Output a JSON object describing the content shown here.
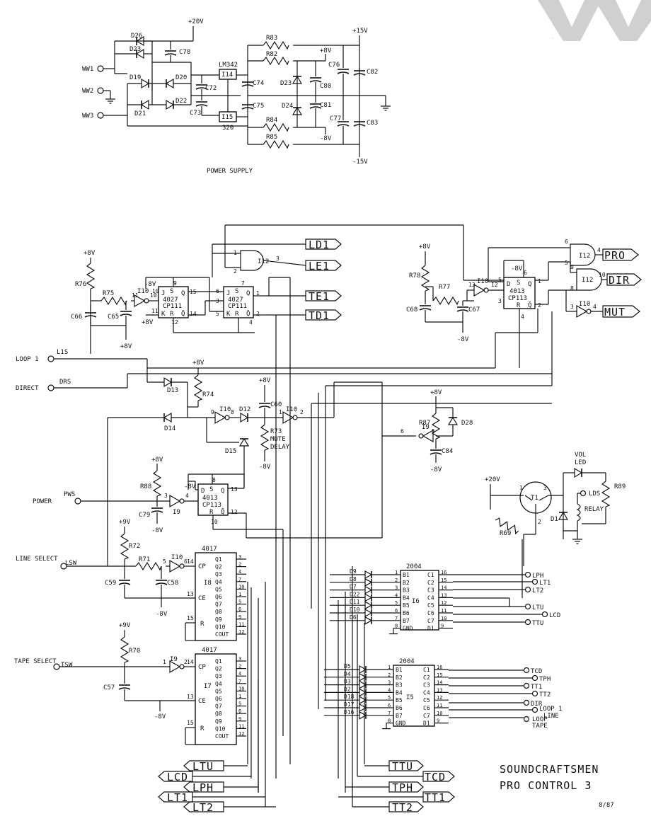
{
  "watermark": "W W",
  "power_supply": {
    "title": "POWER SUPPLY",
    "inputs": [
      "WW1",
      "WW2",
      "WW3"
    ],
    "rails": {
      "p20": "+20V",
      "p15": "+15V",
      "m15": "-15V",
      "p8": "+8V",
      "m8": "-8V"
    },
    "diodes": [
      "D26",
      "D23",
      "D19",
      "D20",
      "D21",
      "D22",
      "D23",
      "D24"
    ],
    "caps": [
      "C78",
      "C72",
      "C73",
      "C74",
      "C75",
      "C80",
      "C81",
      "C76",
      "C77",
      "C82",
      "C83"
    ],
    "resistors": [
      "R83",
      "R82",
      "R84",
      "R85"
    ],
    "regs": {
      "u1": "I14",
      "u1_part": "LM342",
      "u2": "I15",
      "u2_part": "320"
    }
  },
  "labels": {
    "p8": "+8V",
    "m8": "-8V",
    "p9": "+9V",
    "p20": "+20V",
    "loop1": "LOOP 1",
    "l1s": "L1S",
    "direct": "DIRECT",
    "drs": "DRS",
    "power": "POWER",
    "pws": "PWS",
    "line_select": "LINE SELECT",
    "lsw": "LSW",
    "tape_select": "TAPE SELECT",
    "tsw": "TSW",
    "r76": "R76",
    "r75": "R75",
    "c66": "C66",
    "c65": "C65",
    "i10": "I10",
    "i12": "I12",
    "i9": "I9",
    "ff_a_part": "4027",
    "ff_a_ref": "CP111",
    "ff_b_part": "4027",
    "ff_b_ref": "CP111",
    "ff_c_part": "4013",
    "ff_c_ref": "CP113",
    "ff_d_part": "4013",
    "ff_d_ref": "CP113",
    "r78": "R78",
    "r77": "R77",
    "c68": "C68",
    "c67": "C67",
    "d13": "D13",
    "r74": "R74",
    "d14": "D14",
    "d12": "D12",
    "d15": "D15",
    "c60": "C60",
    "r73": "R73",
    "mute": "MUTE",
    "delay": "DELAY",
    "r87": "R87",
    "d28": "D28",
    "c84": "C84",
    "r88": "R88",
    "c79": "C79",
    "vol": "VOL",
    "led": "LED",
    "lds": "LDS",
    "r89": "R89",
    "t1": "T1",
    "r69": "R69",
    "d1": "D1",
    "relay": "RELAY",
    "r72": "R72",
    "r71": "R71",
    "c59": "C59",
    "c58": "C58",
    "r70": "R70",
    "c57": "C57",
    "counter_part": "4017",
    "counter1_ref": "I8",
    "counter2_ref": "I7",
    "driver_part": "2004",
    "driver1_ref": "I6",
    "driver2_ref": "I5",
    "cp": "CP",
    "ce": "CE",
    "r": "R",
    "cout": "COUT",
    "gnd": "GND"
  },
  "counter_outputs": [
    "Q1",
    "Q2",
    "Q3",
    "Q4",
    "Q5",
    "Q6",
    "Q7",
    "Q8",
    "Q9",
    "Q10"
  ],
  "driver_inputs": [
    "B1",
    "B2",
    "B3",
    "B4",
    "B5",
    "B6",
    "B7",
    "GND"
  ],
  "driver_outputs": [
    "C1",
    "C2",
    "C3",
    "C4",
    "C5",
    "C6",
    "C7",
    "D1"
  ],
  "driver_pins_left": [
    "1",
    "2",
    "3",
    "4",
    "5",
    "6",
    "7",
    "8"
  ],
  "driver_pins_right": [
    "16",
    "15",
    "14",
    "13",
    "12",
    "11",
    "10",
    "9"
  ],
  "driver1_diodes": [
    "D9",
    "D8",
    "D7",
    "D22",
    "D11",
    "D10",
    "D6"
  ],
  "driver2_diodes": [
    "D5",
    "D4",
    "D3",
    "D2",
    "D18",
    "D17",
    "D16"
  ],
  "driver1_outs": [
    "LPH",
    "LT1",
    "LT2",
    "LTU",
    "LCD",
    "TTU"
  ],
  "driver2_outs": [
    "TCD",
    "TPH",
    "TT1",
    "TT2",
    "DIR",
    "LOOP 1",
    "LINE",
    "LOOP",
    "TAPE"
  ],
  "flags": {
    "ld1": "LD1",
    "le1": "LE1",
    "te1": "TE1",
    "td1": "TD1",
    "pro": "PRO",
    "dir": "DIR",
    "mut": "MUT",
    "ltu": "LTU",
    "lcd": "LCD",
    "lph": "LPH",
    "lt1": "LT1",
    "lt2": "LT2",
    "ttu": "TTU",
    "tcd": "TCD",
    "tph": "TPH",
    "tt1": "TT1",
    "tt2": "TT2"
  },
  "title": {
    "line1": "SOUNDCRAFTSMEN",
    "line2": "PRO CONTROL 3",
    "date": "8/87"
  }
}
